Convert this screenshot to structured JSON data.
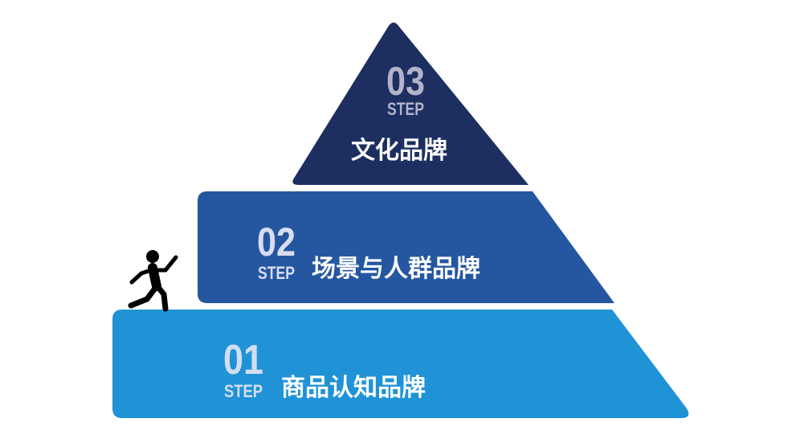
{
  "levels": [
    {
      "number": "01",
      "step": "STEP",
      "label": "商品认知品牌",
      "color": "#1f93d6",
      "number_color": "#d3def0"
    },
    {
      "number": "02",
      "step": "STEP",
      "label": "场景与人群品牌",
      "color": "#2457a0",
      "number_color": "#d8ddf0"
    },
    {
      "number": "03",
      "step": "STEP",
      "label": "文化品牌",
      "color": "#1c2f60",
      "number_color": "#b3b2c9"
    }
  ],
  "figure": {
    "icon": "running-person-icon",
    "color": "#000000"
  }
}
